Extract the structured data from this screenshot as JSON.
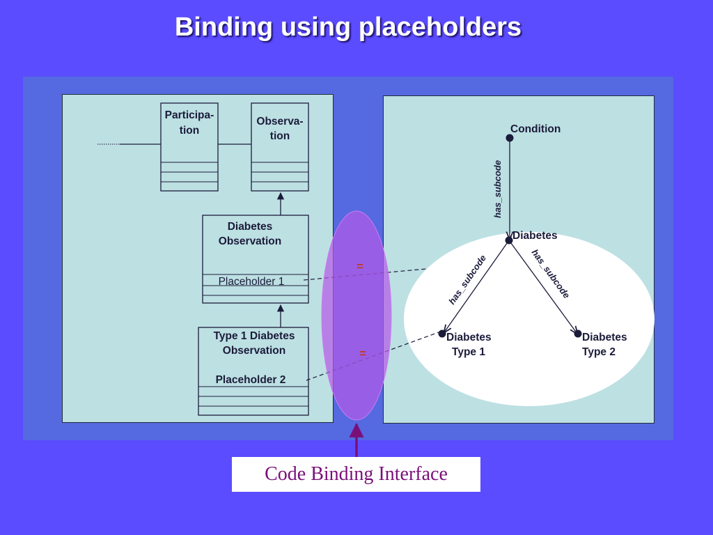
{
  "title": "Binding using placeholders",
  "uml": {
    "participation": [
      "Participa-",
      "tion"
    ],
    "observation": [
      "Observa-",
      "tion"
    ],
    "diabetes_observation": [
      "Diabetes",
      "Observation"
    ],
    "placeholder1": "Placeholder 1",
    "type1_observation": [
      "Type 1 Diabetes",
      "Observation"
    ],
    "placeholder2": "Placeholder 2"
  },
  "hierarchy": {
    "condition": "Condition",
    "diabetes": "Diabetes",
    "type1": [
      "Diabetes",
      "Type 1"
    ],
    "type2": [
      "Diabetes",
      "Type 2"
    ],
    "edge_label": "has_subcode"
  },
  "equals_symbol": "=",
  "caption": "Code Binding Interface",
  "colors": {
    "background": "#5b4cff",
    "diagram_area": "#5569e0",
    "panel": "#bde0e3",
    "ellipse_fill": "#b45ae8",
    "caption_text": "#7a0f7a",
    "arrow": "#7a0f7a"
  }
}
